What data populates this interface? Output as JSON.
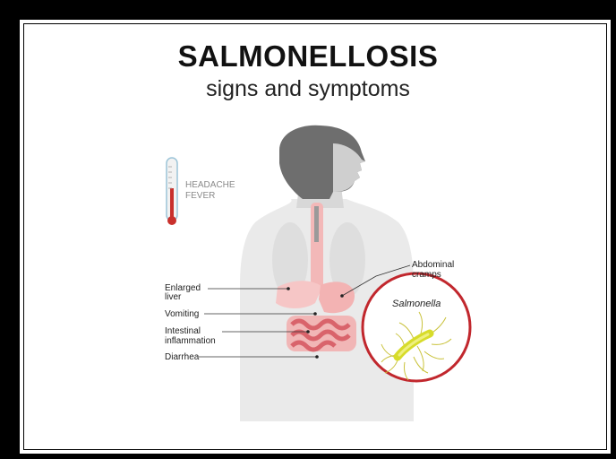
{
  "title": "SALMONELLOSIS",
  "subtitle": "signs and symptoms",
  "thermometer_labels": [
    "HEADACHE",
    "FEVER"
  ],
  "organ_labels": {
    "enlarged_liver": [
      "Enlarged",
      "liver"
    ],
    "vomiting": "Vomiting",
    "intestinal_inflammation": [
      "Intestinal",
      "inflammation"
    ],
    "diarrhea": "Diarrhea",
    "abdominal_cramps": [
      "Abdominal",
      "cramps"
    ]
  },
  "bacterium_label": "Salmonella",
  "colors": {
    "body": "#e9e9e9",
    "head": "#6e6e6e",
    "esophagus": "#f2b9b9",
    "intestine": "#d9636b",
    "circle_border": "#c1272d",
    "bacterium": "#d7dc2a",
    "thermometer_red": "#c9302c"
  }
}
